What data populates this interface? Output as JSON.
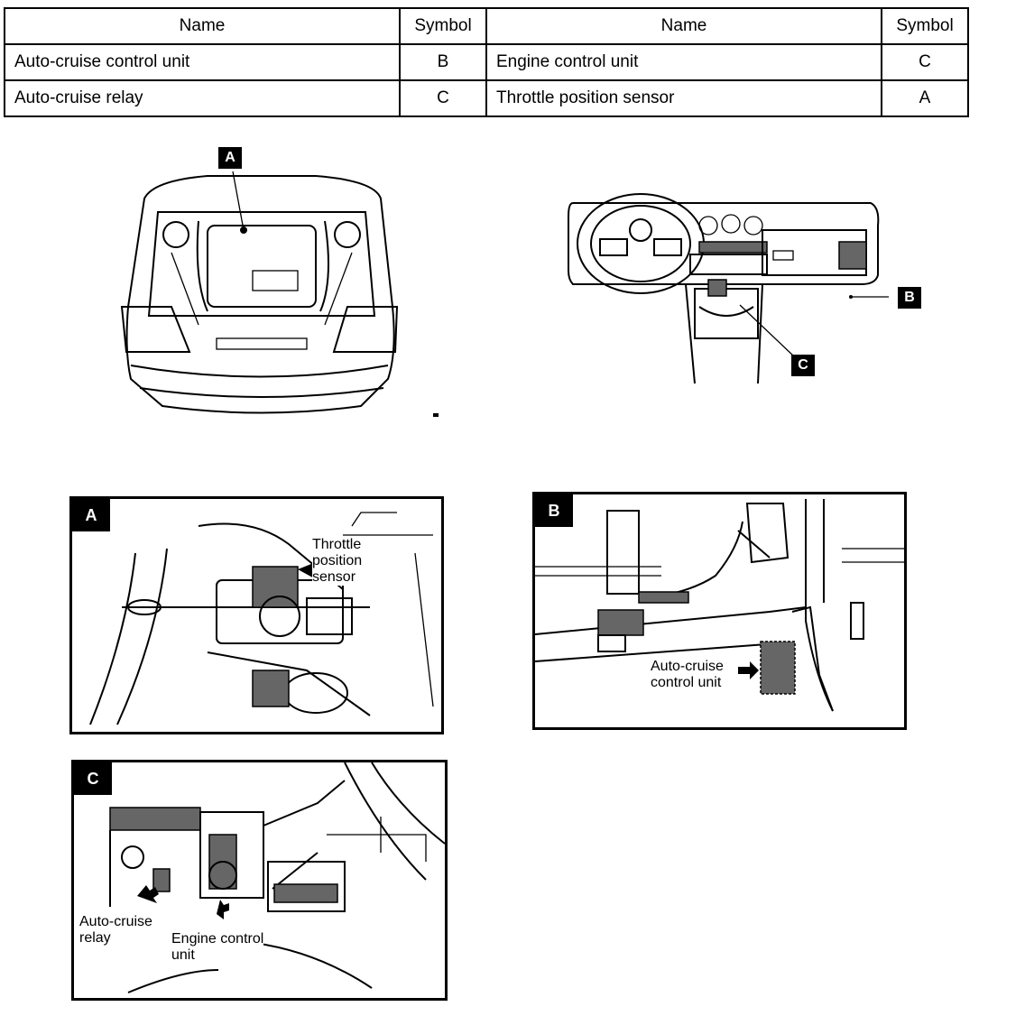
{
  "table": {
    "headers": [
      "Name",
      "Symbol",
      "Name",
      "Symbol"
    ],
    "rows": [
      {
        "name1": "Auto-cruise control unit",
        "sym1": "B",
        "name2": "Engine control unit",
        "sym2": "C"
      },
      {
        "name1": "Auto-cruise relay",
        "sym1": "C",
        "name2": "Throttle position sensor",
        "sym2": "A"
      }
    ]
  },
  "overview": {
    "engine_tag": "A",
    "dash_tag_b": "B",
    "dash_tag_c": "C"
  },
  "panel_a": {
    "tag": "A",
    "callout_line1": "Throttle",
    "callout_line2": "position",
    "callout_line3": "sensor"
  },
  "panel_b": {
    "tag": "B",
    "callout_line1": "Auto-cruise",
    "callout_line2": "control unit"
  },
  "panel_c": {
    "tag": "C",
    "relay_line1": "Auto-cruise",
    "relay_line2": "relay",
    "ecu_line1": "Engine control",
    "ecu_line2": "unit"
  }
}
